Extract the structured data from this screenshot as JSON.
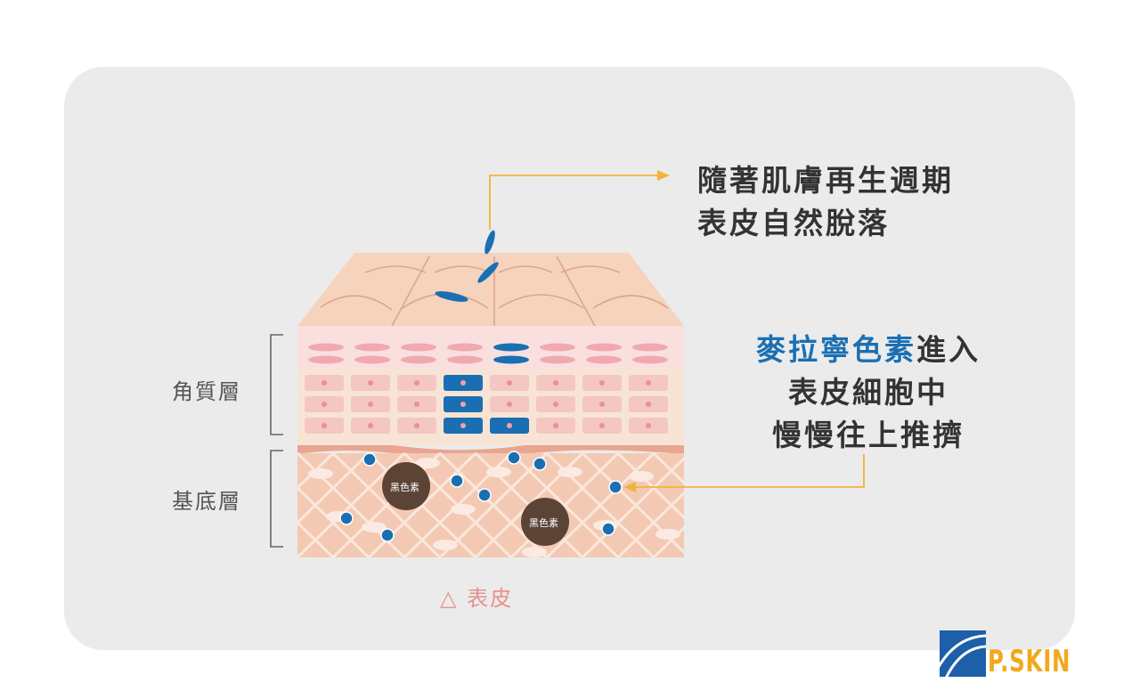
{
  "labels": {
    "stratum_corneum": "角質層",
    "basal_layer": "基底層",
    "melanin_1": "黑色素",
    "melanin_2": "黑色素",
    "epidermis_caption": "△ 表皮"
  },
  "annotations": {
    "shedding": [
      "隨著肌膚再生週期",
      "表皮自然脫落"
    ],
    "migration": {
      "highlight": "麥拉寧色素",
      "line1_rest": "進入",
      "line2": "表皮細胞中",
      "line3": "慢慢往上推擠"
    }
  },
  "brand": {
    "name": "P.SKIN"
  },
  "colors": {
    "card": "#ebebeb",
    "skin": "#f6d6c2",
    "skin_dark": "#eab79f",
    "pink_cell": "#f1a9b0",
    "melanin_blue": "#1a6fb3",
    "melanin_brown": "#5b4436",
    "arrow": "#f2b33d"
  }
}
